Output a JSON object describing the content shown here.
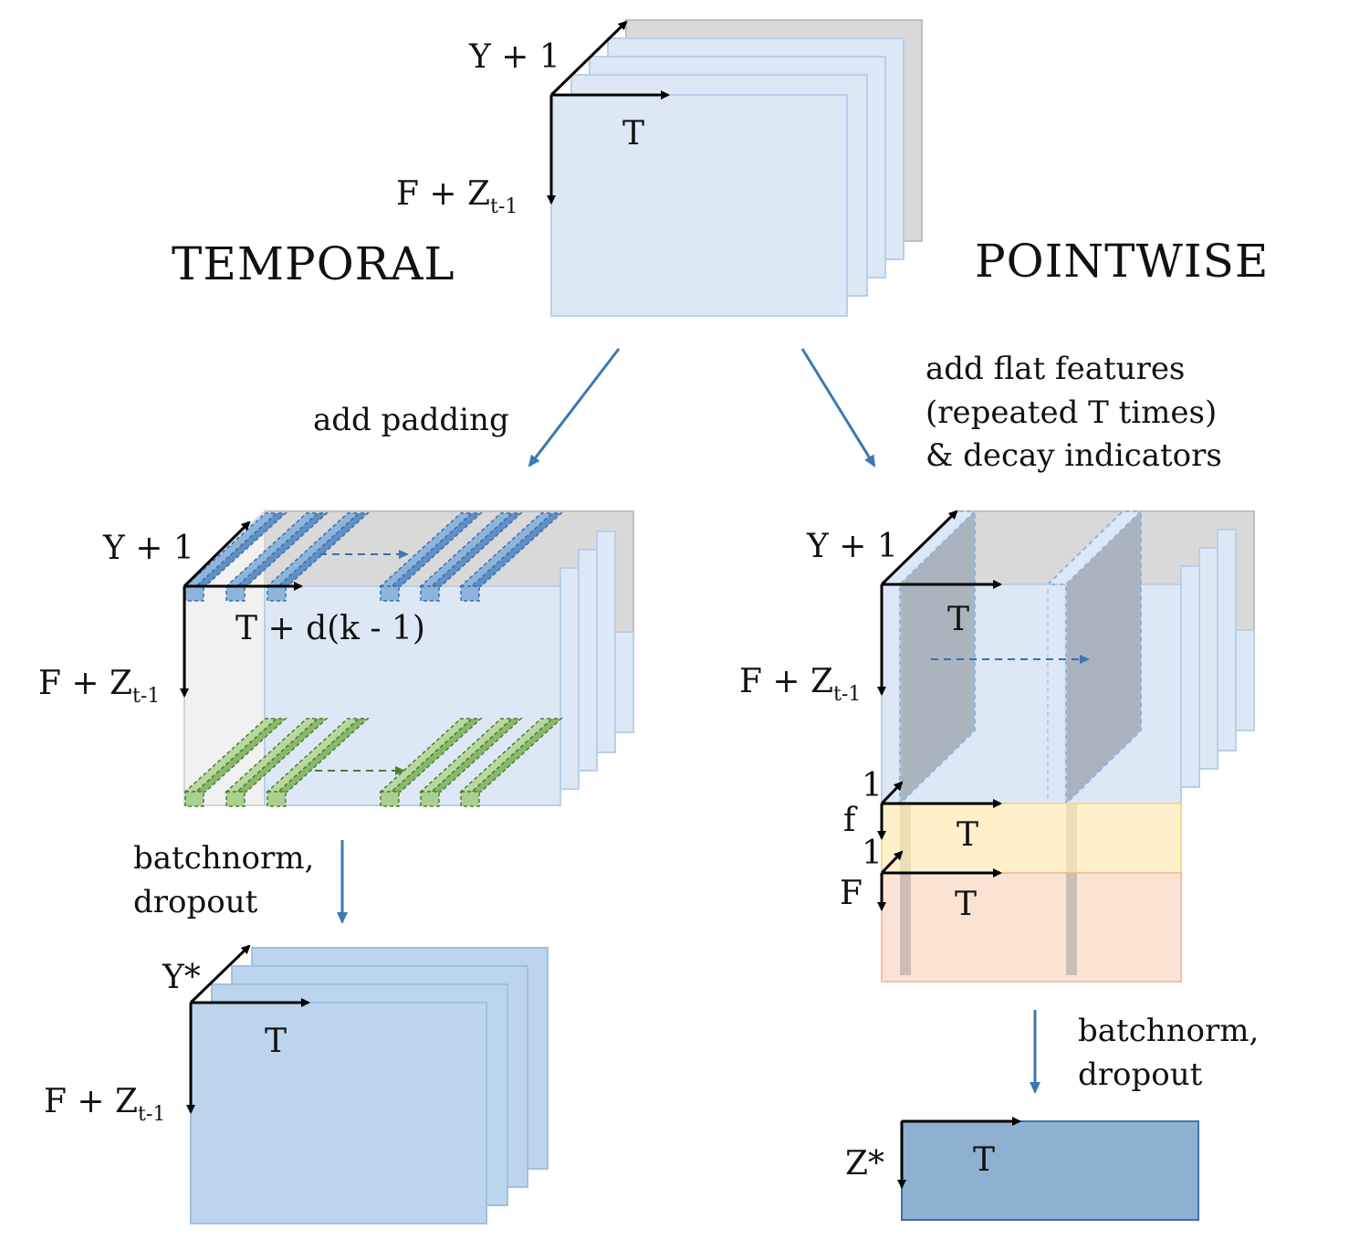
{
  "colors": {
    "light_blue": "#dce8f5",
    "light_blue_stroke": "#b8d0ea",
    "mid_blue": "#bcd5ec",
    "mid_blue_stroke": "#9fc1e2",
    "dark_blue": "#8fb1d1",
    "dark_blue_stroke": "#3f73a8",
    "gray": "#d9d9d9",
    "gray_stroke": "#bfbfbf",
    "padding_gray": "#f1f1f1",
    "blue_pad": "#8fb4dc",
    "blue_pad_stroke": "#3a6fb0",
    "green_pad": "#a9d08e",
    "green_pad_stroke": "#4f7a33",
    "slice_gray": "#aab4bf",
    "yellow": "#fff0cc",
    "yellow_stroke": "#f3d98d",
    "peach": "#fbe3d4",
    "peach_stroke": "#f0c2a5",
    "arrow_blue": "#3b78b4",
    "axis": "#000000"
  },
  "titles": {
    "temporal": "TEMPORAL",
    "pointwise": "POINTWISE"
  },
  "input": {
    "axis_y": "Y + 1",
    "axis_t": "T",
    "axis_f": "F + Z",
    "axis_f_sub": "t-1"
  },
  "temporal": {
    "step_label": "add padding",
    "axis_y": "Y + 1",
    "axis_t": "T + d(k - 1)",
    "axis_f": "F + Z",
    "axis_f_sub": "t-1",
    "norm_line1": "batchnorm,",
    "norm_line2": "dropout",
    "out_axis_y": "Y*",
    "out_axis_t": "T",
    "out_axis_f": "F + Z",
    "out_axis_f_sub": "t-1"
  },
  "pointwise": {
    "step_line1": "add flat features",
    "step_line2": "(repeated T times)",
    "step_line3": "& decay indicators",
    "axis_y": "Y + 1",
    "axis_t": "T",
    "axis_f": "F + Z",
    "axis_f_sub": "t-1",
    "flat_depth": "1",
    "flat_axis": "f",
    "flat_t": "T",
    "decay_depth": "1",
    "decay_axis": "F",
    "decay_t": "T",
    "norm_line1": "batchnorm,",
    "norm_line2": "dropout",
    "out_axis_z": "Z*",
    "out_axis_t": "T"
  }
}
